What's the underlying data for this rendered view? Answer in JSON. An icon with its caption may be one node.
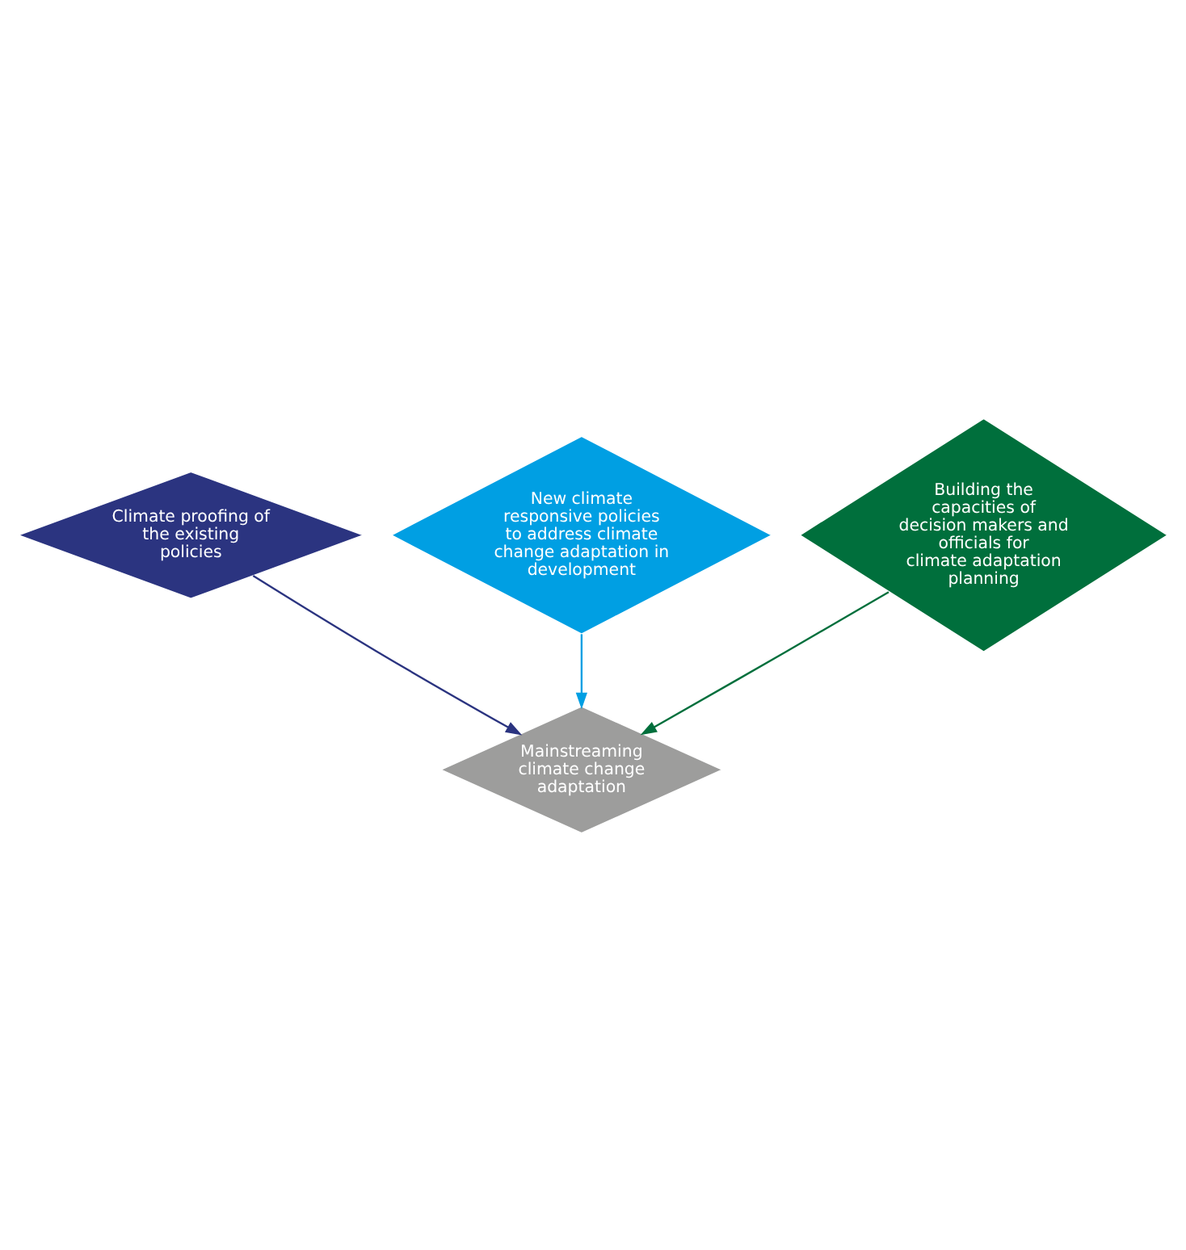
{
  "diagram": {
    "nodes": [
      {
        "text": [
          "New climate responsive policies to address climate change adaptation in development"
        ]
      },
      {
        "text": [
          "Climate proofing of the existing policies"
        ]
      },
      {
        "text": [
          "Building the capacities of decision makers and officials for climate adaptation planning"
        ]
      },
      {
        "text": [
          "Mainstreaming climate change adaptation"
        ]
      }
    ],
    "edges": [
      {
        "from": 0,
        "to": 3,
        "arrow": "to",
        "color": "#009fe3"
      },
      {
        "from": 1,
        "to": 3,
        "arrow": "to",
        "color": "#2b3480"
      },
      {
        "from": 2,
        "to": 3,
        "arrow": "to",
        "color": "#006f3c"
      }
    ]
  }
}
